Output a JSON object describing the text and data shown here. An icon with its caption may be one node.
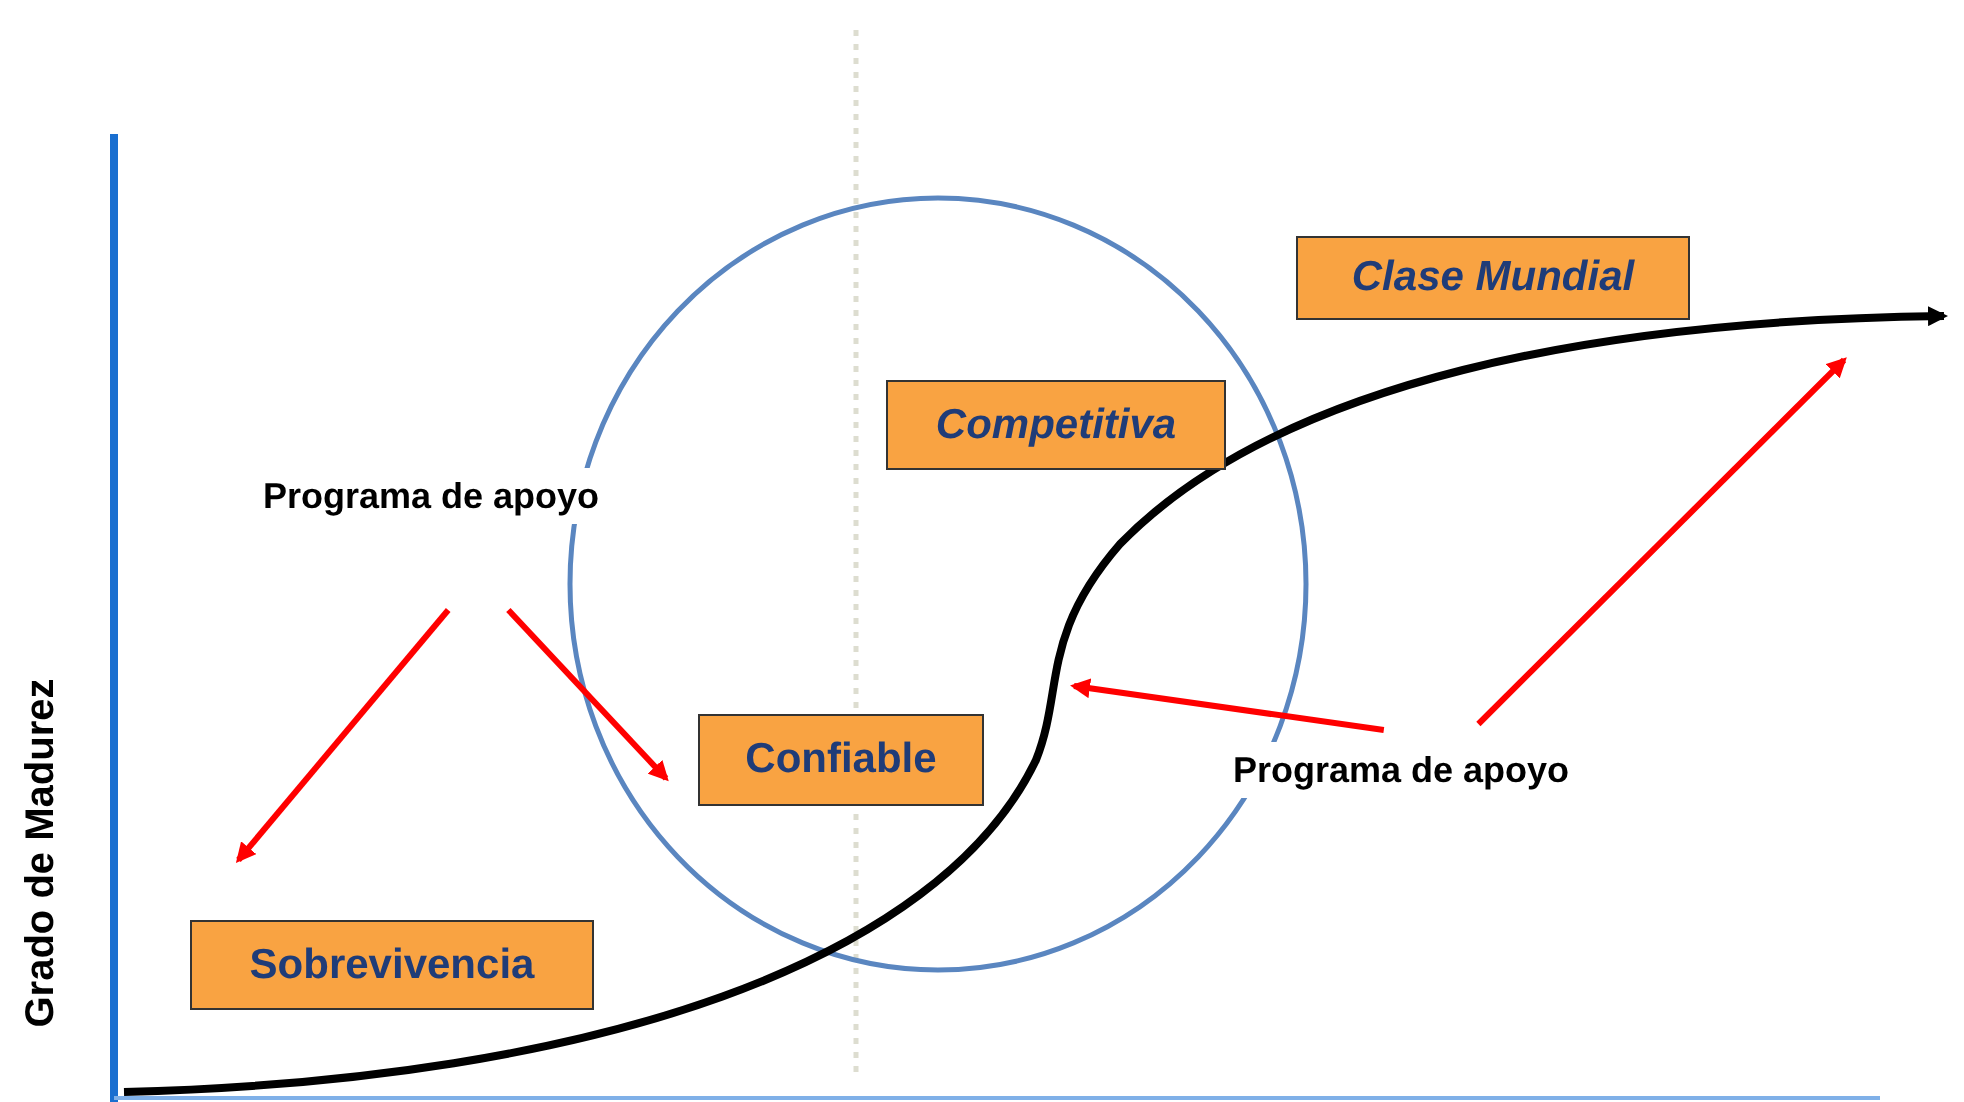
{
  "diagram": {
    "nodes": [
      {
        "text": [
          "Programa de apoyo"
        ]
      },
      {
        "text": [
          "Sobrevivencia"
        ]
      },
      {
        "text": [
          "Confiable"
        ]
      },
      {
        "text": [
          "Competitiva"
        ]
      },
      {
        "text": [
          "Clase Mundial"
        ]
      },
      {
        "text": [
          "Programa de apoyo"
        ]
      }
    ],
    "edges": [
      {
        "from": 0,
        "to": 1,
        "arrow": "to",
        "color": "#ff0000"
      },
      {
        "from": 0,
        "to": 2,
        "arrow": "to",
        "color": "#ff0000"
      },
      {
        "from": 5,
        "to": null,
        "arrow": "to",
        "color": "#ff0000"
      },
      {
        "from": 5,
        "to": null,
        "arrow": "to",
        "color": "#ff0000"
      }
    ],
    "labels": [
      "Grado de Madurez"
    ]
  }
}
